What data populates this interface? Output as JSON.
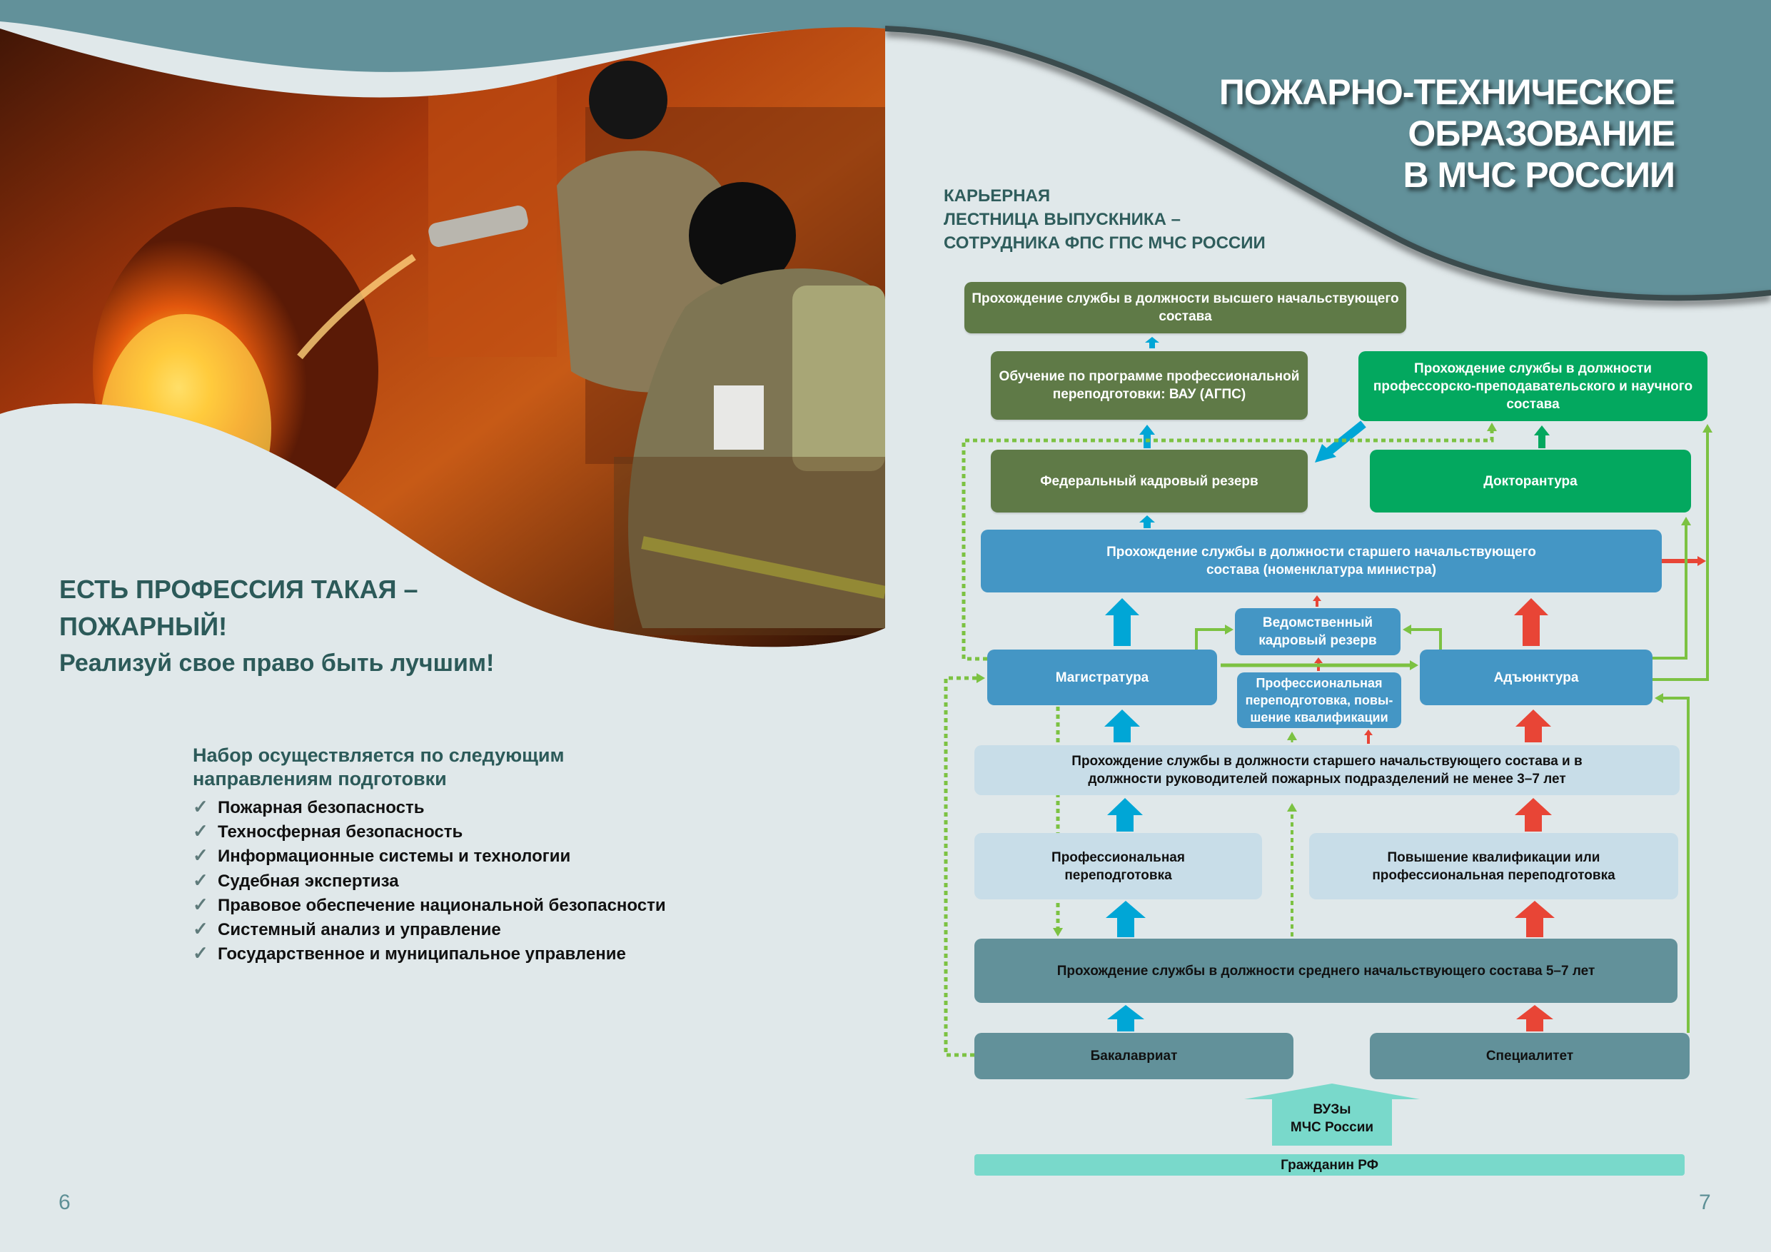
{
  "colors": {
    "background": "#e0e8ea",
    "band": "#62919a",
    "heading_text": "#2c5a59",
    "olive": "#5f7a47",
    "green": "#03a85f",
    "blue": "#4496c5",
    "pale_blue": "#c8dde8",
    "teal": "#62919a",
    "mint": "#79d9cb",
    "arrow_blue": "#00a6d6",
    "arrow_red": "#e84536",
    "arrow_green": "#7cc242"
  },
  "left_page": {
    "page_number": "6",
    "photo_alt": "Firefighters extinguishing a fire",
    "slogan": {
      "line1": "ЕСТЬ ПРОФЕССИЯ ТАКАЯ –",
      "line2": "ПОЖАРНЫЙ!",
      "line3": "Реализуй свое право быть лучшим!"
    },
    "recruitment": {
      "heading_line1": "Набор осуществляется по следующим",
      "heading_line2": "направлениям подготовки",
      "check_icon": "✓",
      "items": [
        "Пожарная безопасность",
        "Техносферная безопасность",
        "Информационные системы и технологии",
        "Судебная экспертиза",
        "Правовое обеспечение национальной безопасности",
        "Системный анализ и управление",
        "Государственное и муниципальное управление"
      ]
    }
  },
  "right_page": {
    "page_number": "7",
    "title": {
      "line1": "ПОЖАРНО-ТЕХНИЧЕСКОЕ",
      "line2": "ОБРАЗОВАНИЕ",
      "line3": "В МЧС РОССИИ"
    },
    "subtitle": {
      "line1": "КАРЬЕРНАЯ",
      "line2": "ЛЕСТНИЦА ВЫПУСКНИКА –",
      "line3": "СОТРУДНИКА ФПС ГПС МЧС РОССИИ"
    },
    "flowchart": {
      "top_command": "Прохождение службы в должности высшего начальствующего состава",
      "vau_training": "Обучение по программе профессиональной переподготовки: ВАУ (АГПС)",
      "faculty_service": "Прохождение службы в должности профессорско-преподавательского и научного состава",
      "federal_reserve": "Федеральный кадровый резерв",
      "doctorate": "Докторантура",
      "senior_nomenclature": "Прохождение службы в должности старшего начальствующего состава (номенклатура министра)",
      "departmental_reserve": "Ведомственный кадровый резерв",
      "masters": "Магистратура",
      "adjunct": "Адъюнктура",
      "retraining_small": "Профессиональная переподготовка, повы-шение квалификации",
      "senior_3_7": "Прохождение службы в должности старшего начальствующего состава и в должности руководителей пожарных подразделений не менее 3–7 лет",
      "prof_retraining": "Профессиональная переподготовка",
      "qualification": "Повышение квалификации или профессиональная переподготовка",
      "middle_5_7": "Прохождение службы в должности среднего начальствующего состава 5–7 лет",
      "bachelor": "Бакалавриат",
      "specialist": "Специалитет",
      "universities_line1": "ВУЗы",
      "universities_line2": "МЧС России",
      "citizen": "Гражданин РФ"
    }
  }
}
